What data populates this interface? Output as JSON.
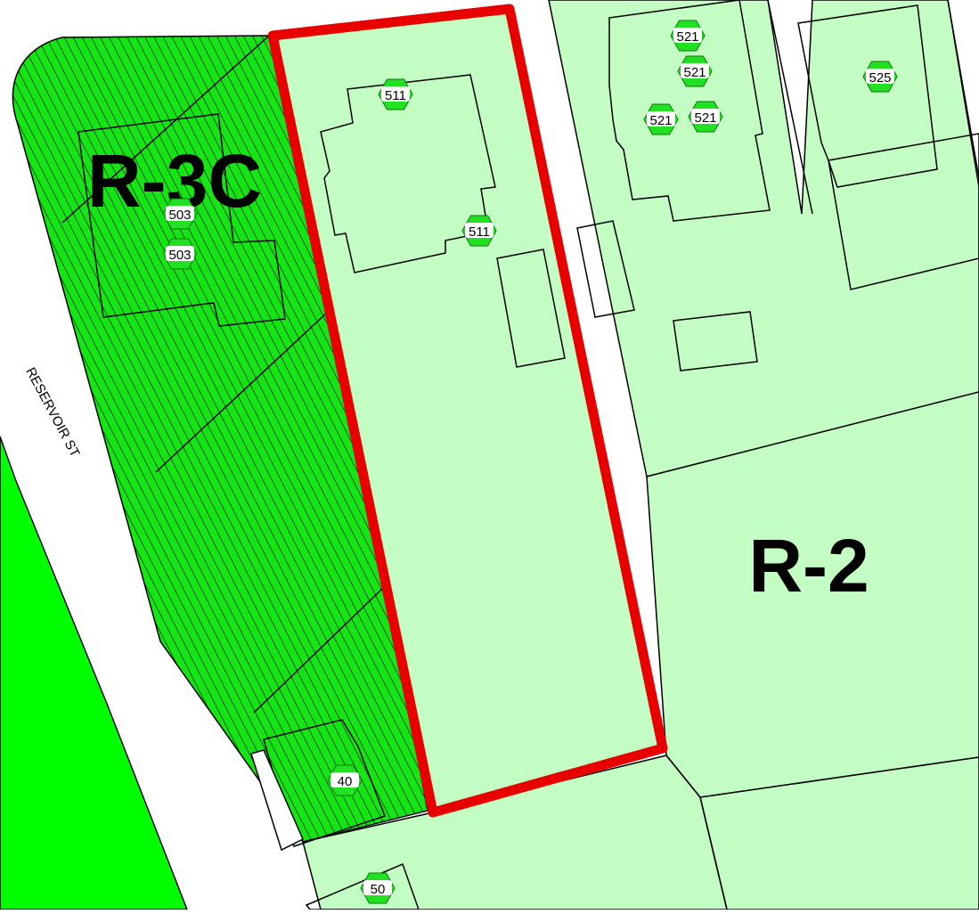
{
  "map": {
    "zones": [
      {
        "label": "R-3C"
      },
      {
        "label": "R-2"
      }
    ],
    "street_names": [
      {
        "label": "RESERVOIR ST"
      }
    ],
    "address_markers": [
      {
        "label": "511"
      },
      {
        "label": "511"
      },
      {
        "label": "503"
      },
      {
        "label": "503"
      },
      {
        "label": "521"
      },
      {
        "label": "521"
      },
      {
        "label": "521"
      },
      {
        "label": "521"
      },
      {
        "label": "525"
      },
      {
        "label": "40"
      },
      {
        "label": "50"
      }
    ],
    "colors": {
      "r2_fill": "#c3fdc3",
      "r3c_fill": "#15e515",
      "open_space_fill": "#00ff00",
      "street_fill": "#ffffff",
      "subject_outline": "#e80000",
      "marker_fill": "#22e022",
      "line_color": "#000000"
    }
  }
}
